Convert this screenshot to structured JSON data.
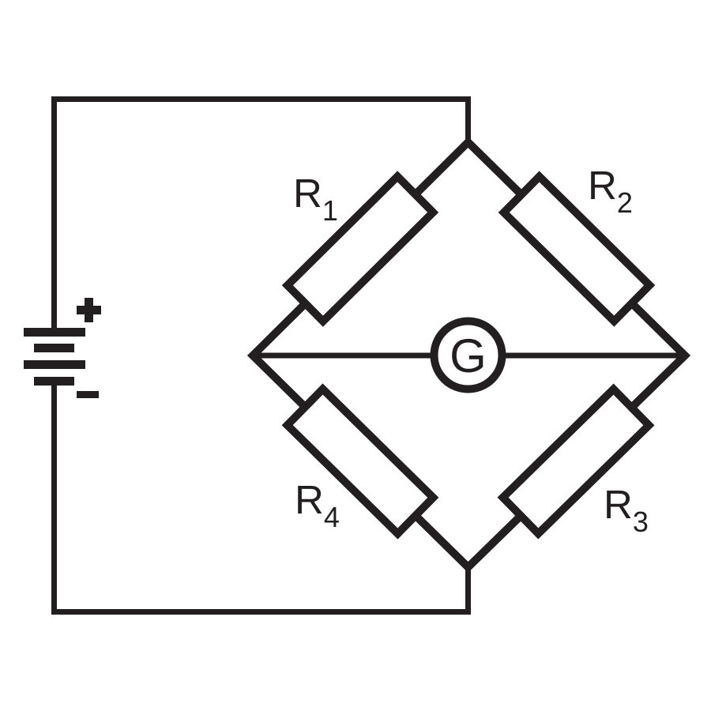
{
  "colors": {
    "line": "#231f20",
    "background": "#ffffff"
  },
  "battery": {
    "positive": "+",
    "negative": "−"
  },
  "galvanometer": {
    "label": "G"
  },
  "resistors": [
    {
      "name": "R1",
      "base": "R",
      "sub": "1"
    },
    {
      "name": "R2",
      "base": "R",
      "sub": "2"
    },
    {
      "name": "R3",
      "base": "R",
      "sub": "3"
    },
    {
      "name": "R4",
      "base": "R",
      "sub": "4"
    }
  ]
}
